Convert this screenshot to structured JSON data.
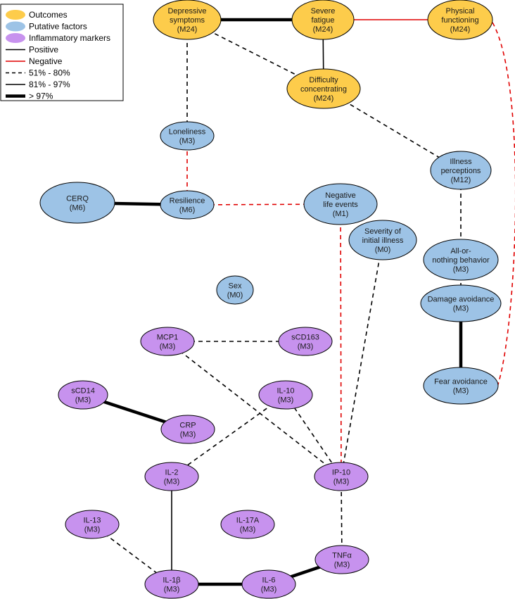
{
  "legend": {
    "items": [
      {
        "key": "outcome",
        "label": "Outcomes",
        "kind": "fill",
        "color": "#FDCC4B"
      },
      {
        "key": "putative",
        "label": "Putative factors",
        "kind": "fill",
        "color": "#9DC3E6"
      },
      {
        "key": "inflammatory",
        "label": "Inflammatory markers",
        "kind": "fill",
        "color": "#C792EE"
      },
      {
        "key": "positive",
        "label": "Positive",
        "kind": "line",
        "color": "#000000",
        "style": "solid",
        "weight": "medium"
      },
      {
        "key": "negative",
        "label": "Negative",
        "kind": "line",
        "color": "#E00000",
        "style": "solid",
        "weight": "medium"
      },
      {
        "key": "p51_80",
        "label": "51% - 80%",
        "kind": "line",
        "color": "#000000",
        "style": "dashed",
        "weight": "medium"
      },
      {
        "key": "p81_97",
        "label": "81% - 97%",
        "kind": "line",
        "color": "#000000",
        "style": "solid",
        "weight": "medium"
      },
      {
        "key": "p97",
        "label": "> 97%",
        "kind": "line",
        "color": "#000000",
        "style": "solid",
        "weight": "heavy"
      }
    ]
  },
  "colors": {
    "outcome": "#FDCC4B",
    "putative": "#9DC3E6",
    "inflammatory": "#C792EE",
    "positive": "#000000",
    "negative": "#E00000",
    "border": "#000000"
  },
  "nodes": [
    {
      "id": "depressive",
      "group": "outcome",
      "lines": [
        "Depressive",
        "symptoms",
        "(M24)"
      ]
    },
    {
      "id": "fatigue",
      "group": "outcome",
      "lines": [
        "Severe",
        "fatigue",
        "(M24)"
      ]
    },
    {
      "id": "physical",
      "group": "outcome",
      "lines": [
        "Physical",
        "functioning",
        "(M24)"
      ]
    },
    {
      "id": "concentrating",
      "group": "outcome",
      "lines": [
        "Difficulty",
        "concentrating",
        "(M24)"
      ]
    },
    {
      "id": "loneliness",
      "group": "putative",
      "lines": [
        "Loneliness",
        "(M3)"
      ]
    },
    {
      "id": "illness_perc",
      "group": "putative",
      "lines": [
        "Illness",
        "perceptions",
        "(M12)"
      ]
    },
    {
      "id": "cerq",
      "group": "putative",
      "lines": [
        "CERQ",
        "(M6)"
      ]
    },
    {
      "id": "resilience",
      "group": "putative",
      "lines": [
        "Resilience",
        "(M6)"
      ]
    },
    {
      "id": "neg_life",
      "group": "putative",
      "lines": [
        "Negative",
        "life events",
        "(M1)"
      ]
    },
    {
      "id": "severity",
      "group": "putative",
      "lines": [
        "Severity of",
        "initial illness",
        "(M0)"
      ]
    },
    {
      "id": "all_or_nothing",
      "group": "putative",
      "lines": [
        "All-or-",
        "nothing behavior",
        "(M3)"
      ]
    },
    {
      "id": "sex",
      "group": "putative",
      "lines": [
        "Sex",
        "(M0)"
      ]
    },
    {
      "id": "damage",
      "group": "putative",
      "lines": [
        "Damage avoidance",
        "(M3)"
      ]
    },
    {
      "id": "fear",
      "group": "putative",
      "lines": [
        "Fear avoidance",
        "(M3)"
      ]
    },
    {
      "id": "mcp1",
      "group": "inflammatory",
      "lines": [
        "MCP1",
        "(M3)"
      ]
    },
    {
      "id": "scd163",
      "group": "inflammatory",
      "lines": [
        "sCD163",
        "(M3)"
      ]
    },
    {
      "id": "scd14",
      "group": "inflammatory",
      "lines": [
        "sCD14",
        "(M3)"
      ]
    },
    {
      "id": "il10",
      "group": "inflammatory",
      "lines": [
        "IL-10",
        "(M3)"
      ]
    },
    {
      "id": "crp",
      "group": "inflammatory",
      "lines": [
        "CRP",
        "(M3)"
      ]
    },
    {
      "id": "il2",
      "group": "inflammatory",
      "lines": [
        "IL-2",
        "(M3)"
      ]
    },
    {
      "id": "ip10",
      "group": "inflammatory",
      "lines": [
        "IP-10",
        "(M3)"
      ]
    },
    {
      "id": "il13",
      "group": "inflammatory",
      "lines": [
        "IL-13",
        "(M3)"
      ]
    },
    {
      "id": "il17a",
      "group": "inflammatory",
      "lines": [
        "IL-17A",
        "(M3)"
      ]
    },
    {
      "id": "tnfa",
      "group": "inflammatory",
      "lines": [
        "TNFα",
        "(M3)"
      ]
    },
    {
      "id": "il1b",
      "group": "inflammatory",
      "lines": [
        "IL-1β",
        "(M3)"
      ]
    },
    {
      "id": "il6",
      "group": "inflammatory",
      "lines": [
        "IL-6",
        "(M3)"
      ]
    }
  ],
  "edges": [
    {
      "from": "depressive",
      "to": "fatigue",
      "sign": "positive",
      "strength": ">97"
    },
    {
      "from": "fatigue",
      "to": "physical",
      "sign": "negative",
      "strength": "81-97"
    },
    {
      "from": "fatigue",
      "to": "concentrating",
      "sign": "positive",
      "strength": "81-97"
    },
    {
      "from": "depressive",
      "to": "concentrating",
      "sign": "positive",
      "strength": "51-80"
    },
    {
      "from": "depressive",
      "to": "loneliness",
      "sign": "positive",
      "strength": "51-80"
    },
    {
      "from": "concentrating",
      "to": "illness_perc",
      "sign": "positive",
      "strength": "51-80"
    },
    {
      "from": "physical",
      "to": "fear",
      "sign": "negative",
      "strength": "51-80"
    },
    {
      "from": "loneliness",
      "to": "resilience",
      "sign": "negative",
      "strength": "51-80"
    },
    {
      "from": "cerq",
      "to": "resilience",
      "sign": "positive",
      "strength": ">97"
    },
    {
      "from": "resilience",
      "to": "neg_life",
      "sign": "negative",
      "strength": "51-80"
    },
    {
      "from": "illness_perc",
      "to": "all_or_nothing",
      "sign": "positive",
      "strength": "51-80"
    },
    {
      "from": "all_or_nothing",
      "to": "damage",
      "sign": "positive",
      "strength": "51-80"
    },
    {
      "from": "damage",
      "to": "fear",
      "sign": "positive",
      "strength": ">97"
    },
    {
      "from": "neg_life",
      "to": "ip10",
      "sign": "negative",
      "strength": "51-80"
    },
    {
      "from": "severity",
      "to": "ip10",
      "sign": "positive",
      "strength": "51-80"
    },
    {
      "from": "mcp1",
      "to": "scd163",
      "sign": "positive",
      "strength": "51-80"
    },
    {
      "from": "mcp1",
      "to": "ip10",
      "sign": "positive",
      "strength": "51-80"
    },
    {
      "from": "scd14",
      "to": "crp",
      "sign": "positive",
      "strength": ">97"
    },
    {
      "from": "il10",
      "to": "ip10",
      "sign": "positive",
      "strength": "51-80"
    },
    {
      "from": "il10",
      "to": "il2",
      "sign": "positive",
      "strength": "51-80"
    },
    {
      "from": "ip10",
      "to": "tnfa",
      "sign": "positive",
      "strength": "51-80"
    },
    {
      "from": "il2",
      "to": "il1b",
      "sign": "positive",
      "strength": "81-97"
    },
    {
      "from": "il13",
      "to": "il1b",
      "sign": "positive",
      "strength": "51-80"
    },
    {
      "from": "il1b",
      "to": "il6",
      "sign": "positive",
      "strength": ">97"
    },
    {
      "from": "il6",
      "to": "tnfa",
      "sign": "positive",
      "strength": ">97"
    }
  ]
}
